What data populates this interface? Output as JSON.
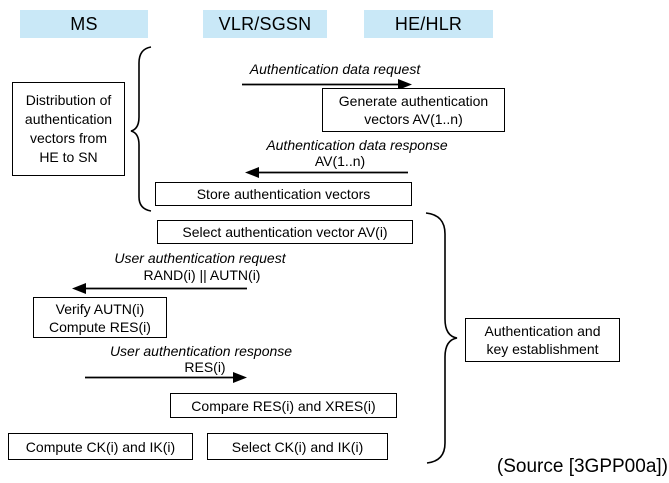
{
  "colors": {
    "actor_bg": "#c9e8f7",
    "line": "#000000",
    "background": "#ffffff"
  },
  "actors": [
    {
      "label": "MS"
    },
    {
      "label": "VLR/SGSN"
    },
    {
      "label": "HE/HLR"
    }
  ],
  "boxes": {
    "distribution": "Distribution of\nauthentication\nvectors from\nHE to SN",
    "generate": "Generate authentication\nvectors AV(1..n)",
    "store": "Store authentication vectors",
    "select_av": "Select authentication vector AV(i)",
    "verify": "Verify AUTN(i)\nCompute RES(i)",
    "auth_key_establishment": "Authentication and\nkey establishment",
    "compare": "Compare RES(i) and XRES(i)",
    "compute_ck": "Compute CK(i) and IK(i)",
    "select_ck": "Select CK(i) and IK(i)"
  },
  "messages": {
    "auth_data_request": {
      "label": "Authentication data request"
    },
    "auth_data_response": {
      "label": "Authentication data response",
      "param": "AV(1..n)"
    },
    "user_auth_request": {
      "label": "User authentication request",
      "param": "RAND(i) || AUTN(i)"
    },
    "user_auth_response": {
      "label": "User authentication response",
      "param": "RES(i)"
    }
  },
  "footer": {
    "source": "(Source [3GPP00a])"
  }
}
